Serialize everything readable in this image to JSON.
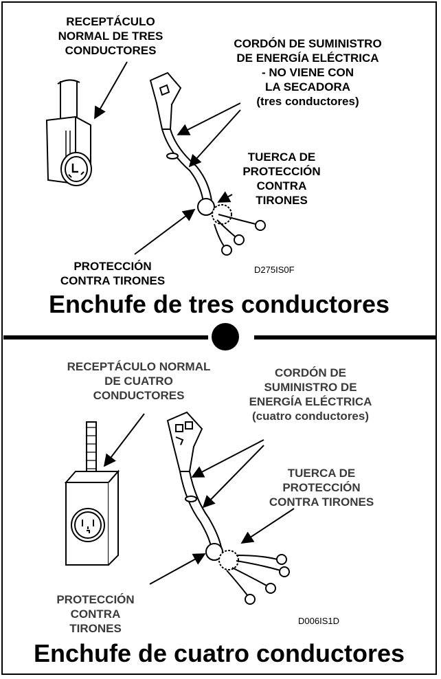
{
  "three_wire": {
    "receptacle_label": "RECEPTÁCULO\nNORMAL DE TRES\nCONDUCTORES",
    "cord_label": "CORDÓN DE SUMINISTRO\nDE ENERGÍA ELÉCTRICA\n- NO VIENE CON\nLA SECADORA\n(tres conductores)",
    "nut_label": "TUERCA DE\nPROTECCIÓN\nCONTRA\nTIRONES",
    "strain_relief_label": "PROTECCIÓN\nCONTRA TIRONES",
    "figure_code": "D275IS0F",
    "title": "Enchufe de tres conductores"
  },
  "four_wire": {
    "receptacle_label": "RECEPTÁCULO NORMAL\nDE CUATRO\nCONDUCTORES",
    "cord_label": "CORDÓN DE\nSUMINISTRO DE\nENERGÍA ELÉCTRICA\n(cuatro conductores)",
    "nut_label": "TUERCA DE\nPROTECCIÓN\nCONTRA TIRONES",
    "strain_relief_label": "PROTECCIÓN\nCONTRA\nTIRONES",
    "figure_code": "D006IS1D",
    "title": "Enchufe de cuatro conductores"
  }
}
